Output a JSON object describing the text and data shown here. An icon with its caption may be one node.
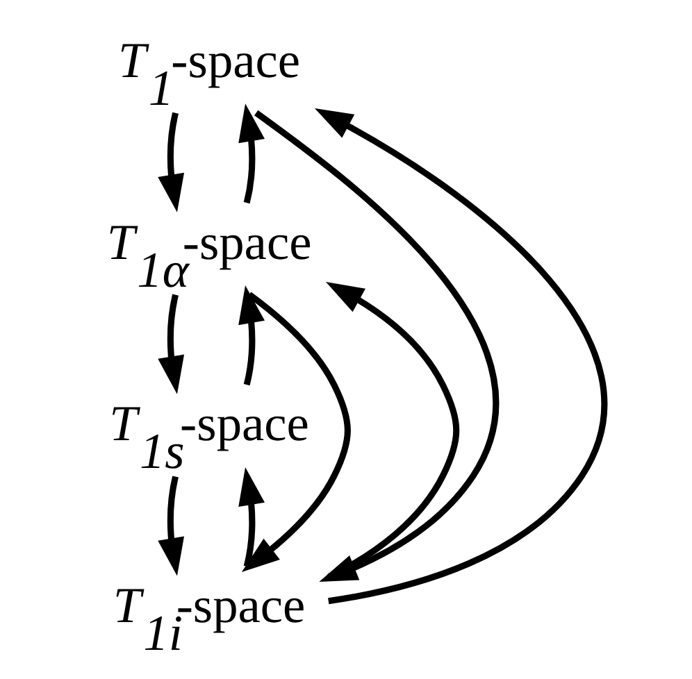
{
  "diagram": {
    "nodes": [
      {
        "text": [
          "*T*$_{1}$-space"
        ]
      },
      {
        "text": [
          "*T*$_{1α}$-space"
        ]
      },
      {
        "text": [
          "*T*$_{1s}$-space"
        ]
      },
      {
        "text": [
          "*T*$_{1i}$-space"
        ]
      }
    ],
    "edges": [
      {
        "from": 0,
        "to": 1,
        "arrow": "to"
      },
      {
        "from": 1,
        "to": 0,
        "arrow": "to"
      },
      {
        "from": 1,
        "to": 2,
        "arrow": "to"
      },
      {
        "from": 2,
        "to": 1,
        "arrow": "to"
      },
      {
        "from": 2,
        "to": 3,
        "arrow": "to"
      },
      {
        "from": 3,
        "to": 2,
        "arrow": "to"
      },
      {
        "from": 1,
        "to": 3,
        "arrow": "to"
      },
      {
        "from": 3,
        "to": 1,
        "arrow": "to"
      },
      {
        "from": 0,
        "to": 3,
        "arrow": "to"
      },
      {
        "from": 3,
        "to": 0,
        "arrow": "to"
      }
    ]
  }
}
